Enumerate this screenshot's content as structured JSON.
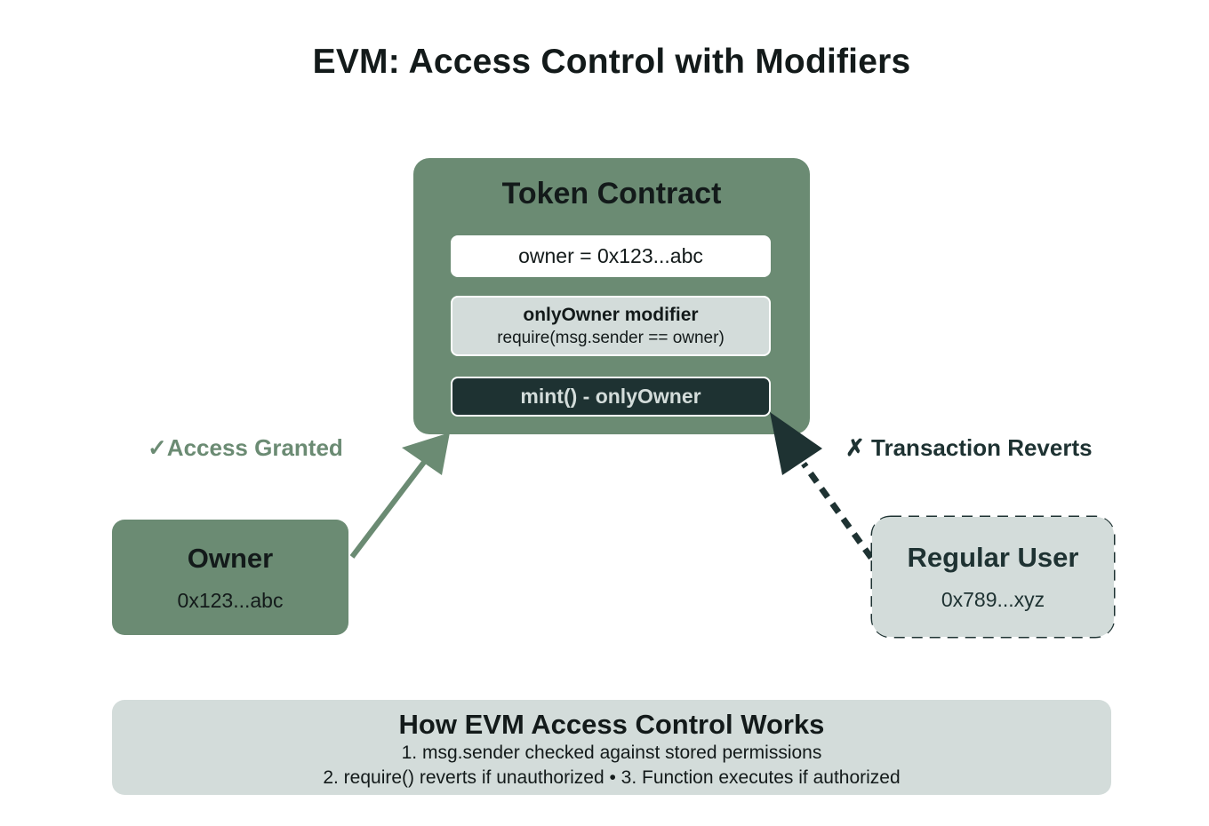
{
  "title": "EVM: Access Control with Modifiers",
  "contract": {
    "title": "Token Contract",
    "owner_var": "owner = 0x123...abc",
    "modifier": {
      "title": "onlyOwner modifier",
      "code": "require(msg.sender == owner)"
    },
    "function": "mint() - onlyOwner"
  },
  "owner": {
    "title": "Owner",
    "address": "0x123...abc"
  },
  "regular_user": {
    "title": "Regular User",
    "address": "0x789...xyz"
  },
  "labels": {
    "granted_icon": "✓",
    "granted": "Access Granted",
    "reverts_icon": "✗",
    "reverts": "Transaction Reverts"
  },
  "info": {
    "title": "How EVM Access Control Works",
    "line1": "1. msg.sender checked against stored permissions",
    "line2": "2. require() reverts if unauthorized • 3. Function executes if authorized"
  },
  "colors": {
    "primary_green": "#6b8b73",
    "dark": "#1e3232",
    "light": "#d3dcda",
    "white": "#ffffff"
  }
}
